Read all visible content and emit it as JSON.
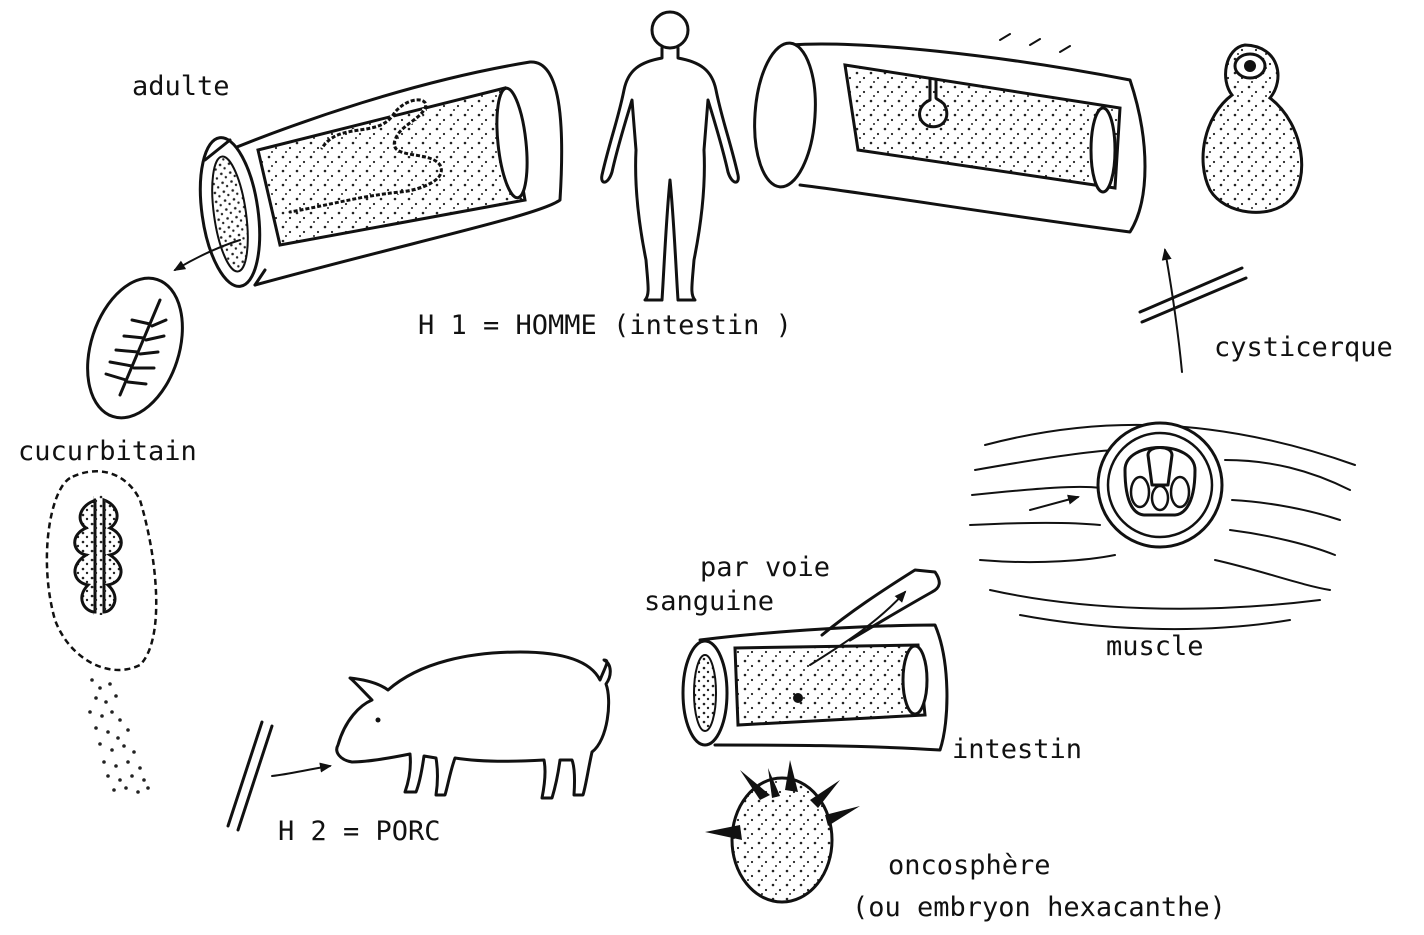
{
  "diagram": {
    "labels": {
      "adult": "adulte",
      "host1": "H 1 = HOMME (intestin )",
      "segment": "cucurbitain",
      "cysticercus": "cysticerque",
      "muscle": "muscle",
      "blood_route_line1": "par voie",
      "blood_route_line2": "sanguine",
      "intestine": "intestin",
      "host2": "H 2 = PORC",
      "oncosphere_line1": "oncosphère",
      "oncosphere_line2": "(ou embryon hexacanthe)"
    },
    "colors": {
      "ink": "#111111",
      "background": "#ffffff"
    }
  }
}
